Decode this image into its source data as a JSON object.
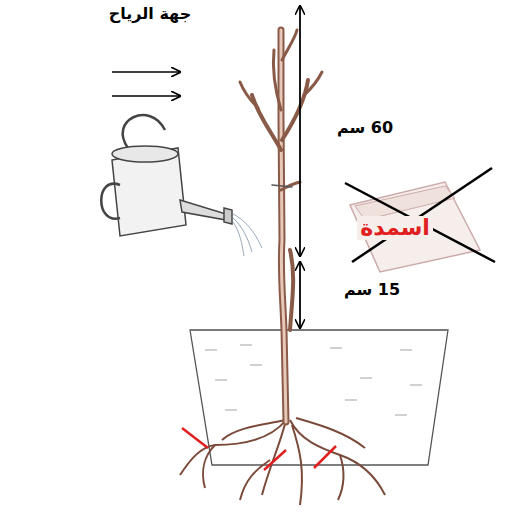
{
  "diagram": {
    "labels": [
      "جهة الرياح",
      "60 سم",
      "15 سم",
      "اسمدة"
    ]
  }
}
